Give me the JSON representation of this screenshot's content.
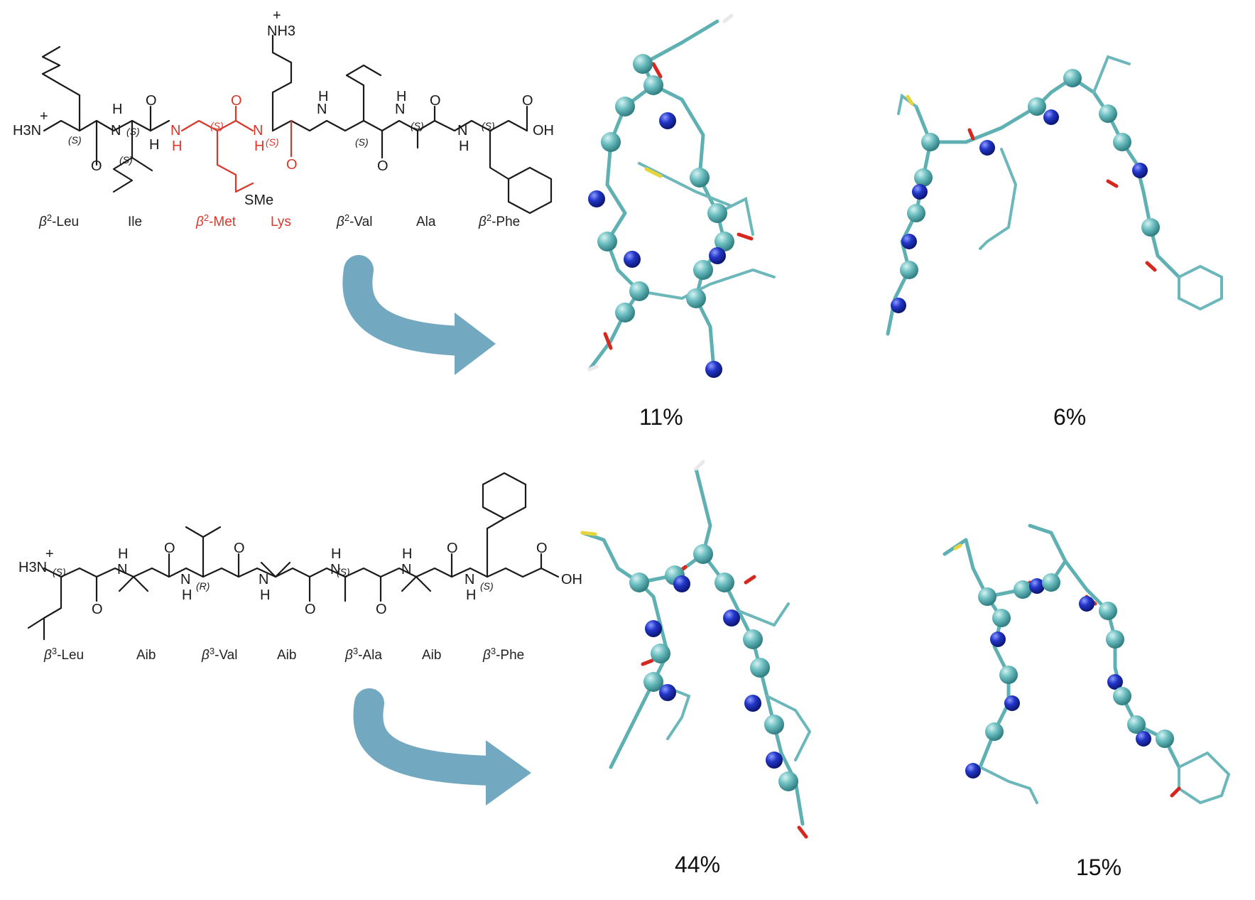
{
  "palette": {
    "text": "#1a1a1a",
    "highlight_red": "#d9372b",
    "arrow_blue": "#72a9c0",
    "carbon": "#5fb0b3",
    "nitrogen": "#1f33b8",
    "oxygen": "#d6281f",
    "sulfur": "#e6d53a",
    "hydrogen": "#e9e9e9"
  },
  "top_peptide": {
    "atoms": {
      "n_terminus": "H3N",
      "amide_h": "H",
      "amide_n": "N",
      "oxygen": "O",
      "alpha_h": "H",
      "sidechain_sme": "SMe",
      "lys_nh3": "NH3",
      "c_terminus": "OH"
    },
    "stereo_label": "(S)",
    "residues": [
      {
        "prefix": "β",
        "sup": "2",
        "name": "-Leu",
        "highlight": false
      },
      {
        "prefix": "",
        "sup": "",
        "name": "Ile",
        "highlight": false
      },
      {
        "prefix": "β",
        "sup": "2",
        "name": "-Met",
        "highlight": true
      },
      {
        "prefix": "",
        "sup": "",
        "name": "Lys",
        "highlight": true
      },
      {
        "prefix": "β",
        "sup": "2",
        "name": "-Val",
        "highlight": false
      },
      {
        "prefix": "",
        "sup": "",
        "name": "Ala",
        "highlight": false
      },
      {
        "prefix": "β",
        "sup": "2",
        "name": "-Phe",
        "highlight": false
      }
    ]
  },
  "bottom_peptide": {
    "atoms": {
      "n_terminus": "H3N",
      "amide_h": "H",
      "amide_n": "N",
      "oxygen": "O",
      "c_terminus": "OH"
    },
    "stereo_s": "(S)",
    "stereo_r": "(R)",
    "residues": [
      {
        "prefix": "β",
        "sup": "3",
        "name": "-Leu"
      },
      {
        "prefix": "",
        "sup": "",
        "name": "Aib"
      },
      {
        "prefix": "β",
        "sup": "3",
        "name": "-Val"
      },
      {
        "prefix": "",
        "sup": "",
        "name": "Aib"
      },
      {
        "prefix": "β",
        "sup": "3",
        "name": "-Ala"
      },
      {
        "prefix": "",
        "sup": "",
        "name": "Aib"
      },
      {
        "prefix": "β",
        "sup": "3",
        "name": "-Phe"
      }
    ]
  },
  "conformers": [
    {
      "position": "top-left",
      "population": "11%"
    },
    {
      "position": "top-right",
      "population": "6%"
    },
    {
      "position": "bottom-left",
      "population": "44%"
    },
    {
      "position": "bottom-right",
      "population": "15%"
    }
  ]
}
